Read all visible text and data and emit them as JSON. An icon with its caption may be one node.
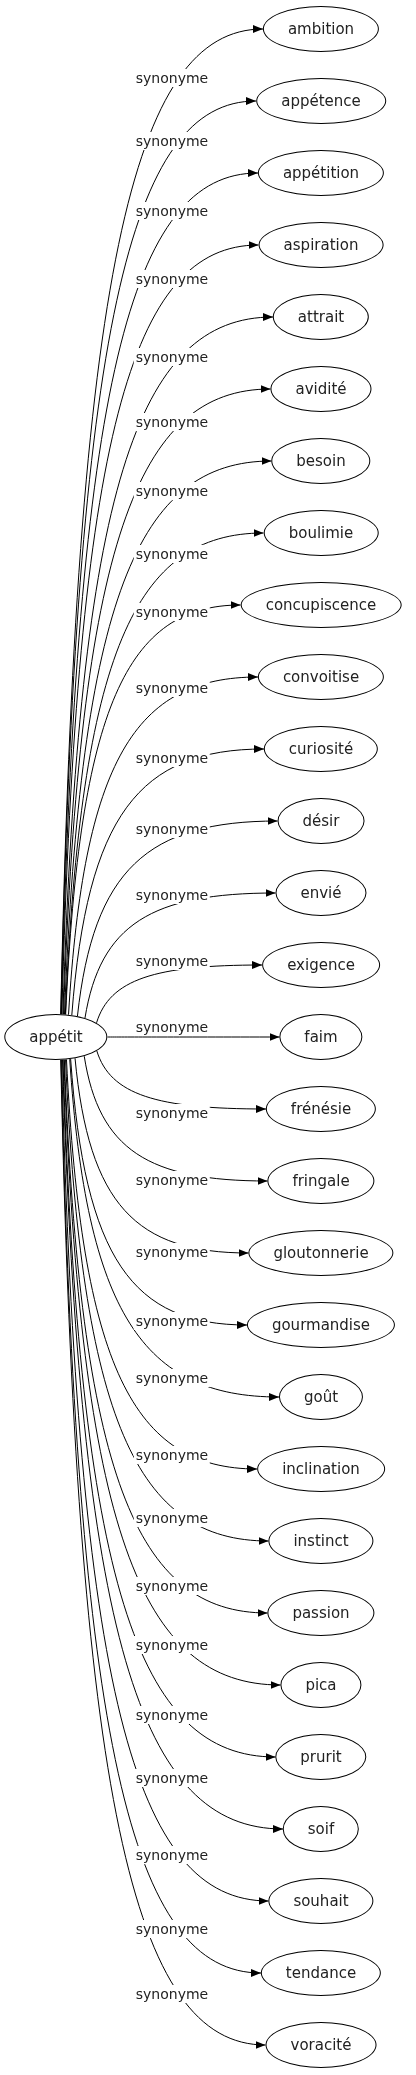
{
  "diagram": {
    "nodes": [
      {
        "text": [
          "appétit"
        ]
      },
      {
        "text": [
          "ambition"
        ]
      },
      {
        "text": [
          "appétence"
        ]
      },
      {
        "text": [
          "appétition"
        ]
      },
      {
        "text": [
          "aspiration"
        ]
      },
      {
        "text": [
          "attrait"
        ]
      },
      {
        "text": [
          "avidité"
        ]
      },
      {
        "text": [
          "besoin"
        ]
      },
      {
        "text": [
          "boulimie"
        ]
      },
      {
        "text": [
          "concupiscence"
        ]
      },
      {
        "text": [
          "convoitise"
        ]
      },
      {
        "text": [
          "curiosité"
        ]
      },
      {
        "text": [
          "désir"
        ]
      },
      {
        "text": [
          "envié"
        ]
      },
      {
        "text": [
          "exigence"
        ]
      },
      {
        "text": [
          "faim"
        ]
      },
      {
        "text": [
          "frénésie"
        ]
      },
      {
        "text": [
          "fringale"
        ]
      },
      {
        "text": [
          "gloutonnerie"
        ]
      },
      {
        "text": [
          "gourmandise"
        ]
      },
      {
        "text": [
          "goût"
        ]
      },
      {
        "text": [
          "inclination"
        ]
      },
      {
        "text": [
          "instinct"
        ]
      },
      {
        "text": [
          "passion"
        ]
      },
      {
        "text": [
          "pica"
        ]
      },
      {
        "text": [
          "prurit"
        ]
      },
      {
        "text": [
          "soif"
        ]
      },
      {
        "text": [
          "souhait"
        ]
      },
      {
        "text": [
          "tendance"
        ]
      },
      {
        "text": [
          "voracité"
        ]
      }
    ],
    "edges": [
      {
        "from": 0,
        "to": 1,
        "arrow": "to",
        "label": "synonyme"
      },
      {
        "from": 0,
        "to": 2,
        "arrow": "to",
        "label": "synonyme"
      },
      {
        "from": 0,
        "to": 3,
        "arrow": "to",
        "label": "synonyme"
      },
      {
        "from": 0,
        "to": 4,
        "arrow": "to",
        "label": "synonyme"
      },
      {
        "from": 0,
        "to": 5,
        "arrow": "to",
        "label": "synonyme"
      },
      {
        "from": 0,
        "to": 6,
        "arrow": "to",
        "label": "synonyme"
      },
      {
        "from": 0,
        "to": 7,
        "arrow": "to",
        "label": "synonyme"
      },
      {
        "from": 0,
        "to": 8,
        "arrow": "to",
        "label": "synonyme"
      },
      {
        "from": 0,
        "to": 9,
        "arrow": "to",
        "label": "synonyme"
      },
      {
        "from": 0,
        "to": 10,
        "arrow": "to",
        "label": "synonyme"
      },
      {
        "from": 0,
        "to": 11,
        "arrow": "to",
        "label": "synonyme"
      },
      {
        "from": 0,
        "to": 12,
        "arrow": "to",
        "label": "synonyme"
      },
      {
        "from": 0,
        "to": 13,
        "arrow": "to",
        "label": "synonyme"
      },
      {
        "from": 0,
        "to": 14,
        "arrow": "to",
        "label": "synonyme"
      },
      {
        "from": 0,
        "to": 15,
        "arrow": "to",
        "label": "synonyme"
      },
      {
        "from": 0,
        "to": 16,
        "arrow": "to",
        "label": "synonyme"
      },
      {
        "from": 0,
        "to": 17,
        "arrow": "to",
        "label": "synonyme"
      },
      {
        "from": 0,
        "to": 18,
        "arrow": "to",
        "label": "synonyme"
      },
      {
        "from": 0,
        "to": 19,
        "arrow": "to",
        "label": "synonyme"
      },
      {
        "from": 0,
        "to": 20,
        "arrow": "to",
        "label": "synonyme"
      },
      {
        "from": 0,
        "to": 21,
        "arrow": "to",
        "label": "synonyme"
      },
      {
        "from": 0,
        "to": 22,
        "arrow": "to",
        "label": "synonyme"
      },
      {
        "from": 0,
        "to": 23,
        "arrow": "to",
        "label": "synonyme"
      },
      {
        "from": 0,
        "to": 24,
        "arrow": "to",
        "label": "synonyme"
      },
      {
        "from": 0,
        "to": 25,
        "arrow": "to",
        "label": "synonyme"
      },
      {
        "from": 0,
        "to": 26,
        "arrow": "to",
        "label": "synonyme"
      },
      {
        "from": 0,
        "to": 27,
        "arrow": "to",
        "label": "synonyme"
      },
      {
        "from": 0,
        "to": 28,
        "arrow": "to",
        "label": "synonyme"
      },
      {
        "from": 0,
        "to": 29,
        "arrow": "to",
        "label": "synonyme"
      }
    ]
  }
}
